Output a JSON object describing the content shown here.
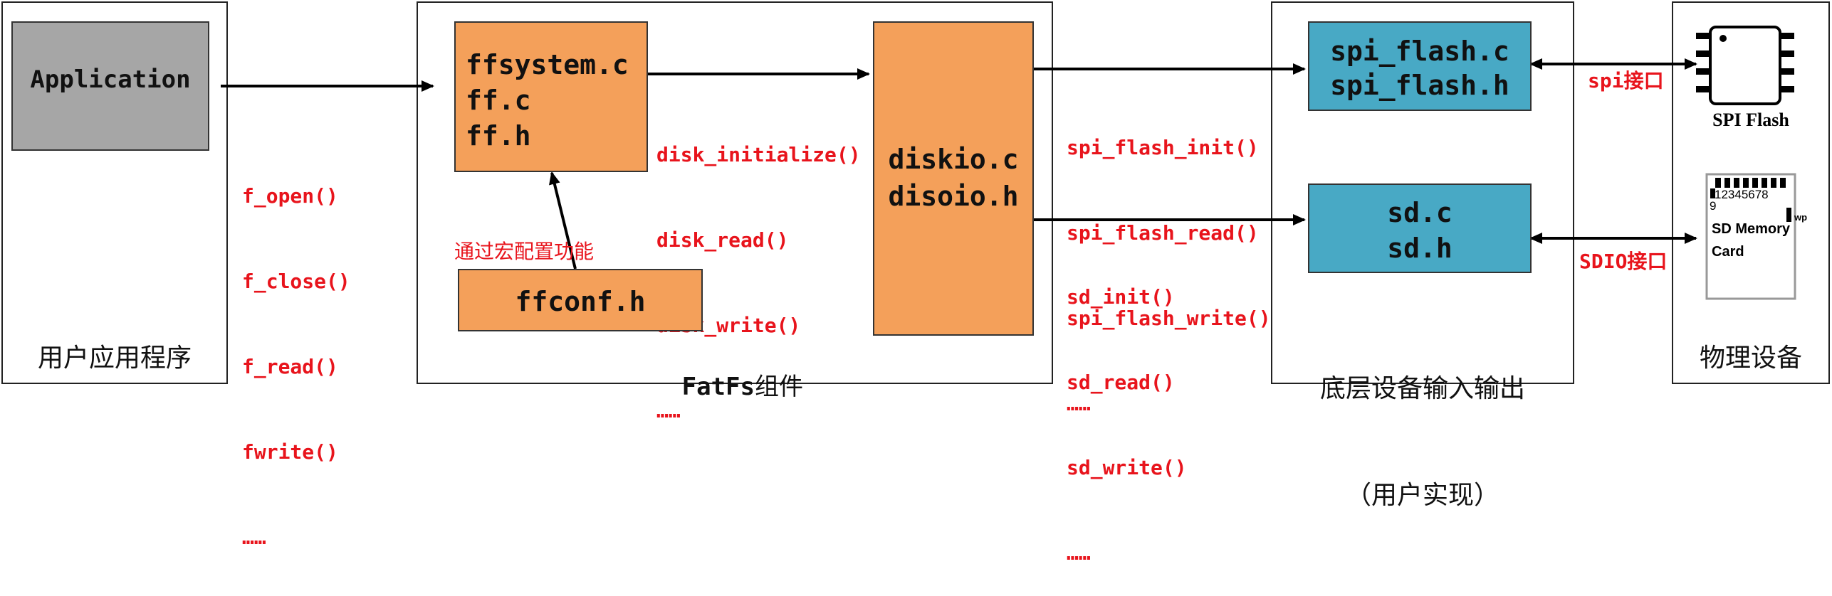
{
  "panels": {
    "user_app": {
      "caption": "用户应用程序",
      "app_box": "Application",
      "funcs": [
        "f_open()",
        "f_close()",
        "f_read()",
        "fwrite()",
        "……"
      ]
    },
    "fatfs": {
      "caption_a": "FatFs",
      "caption_b": "组件",
      "core_box": [
        "ffsystem.c",
        "ff.c",
        "ff.h"
      ],
      "conf_box": "ffconf.h",
      "conf_note": "通过宏配置功能",
      "disk_funcs": [
        "disk_initialize()",
        "disk_read()",
        "disk_write()",
        "……"
      ],
      "diskio_box": [
        "diskio.c",
        "disoio.h"
      ]
    },
    "driver": {
      "caption": [
        "底层设备输入输出",
        "（用户实现）"
      ],
      "spi_box": [
        "spi_flash.c",
        "spi_flash.h"
      ],
      "sd_box": [
        "sd.c",
        "sd.h"
      ],
      "spi_funcs": [
        "spi_flash_init()",
        "spi_flash_read()",
        "spi_flash_write()",
        "……"
      ],
      "sd_funcs": [
        "sd_init()",
        "sd_read()",
        "sd_write()",
        "……"
      ]
    },
    "physical": {
      "caption": "物理设备",
      "spi_label": "spi接口",
      "sdio_label": "SDIO接口",
      "chip_label": "SPI Flash",
      "card_pins": "12345678",
      "card_pin9": "9",
      "card_wp": "wp",
      "card_label": [
        "SD Memory",
        "Card"
      ]
    }
  },
  "colors": {
    "orange": "#F4A05A",
    "teal": "#48A9C5",
    "gray": "#A6A6A6",
    "red": "#E8141C"
  }
}
